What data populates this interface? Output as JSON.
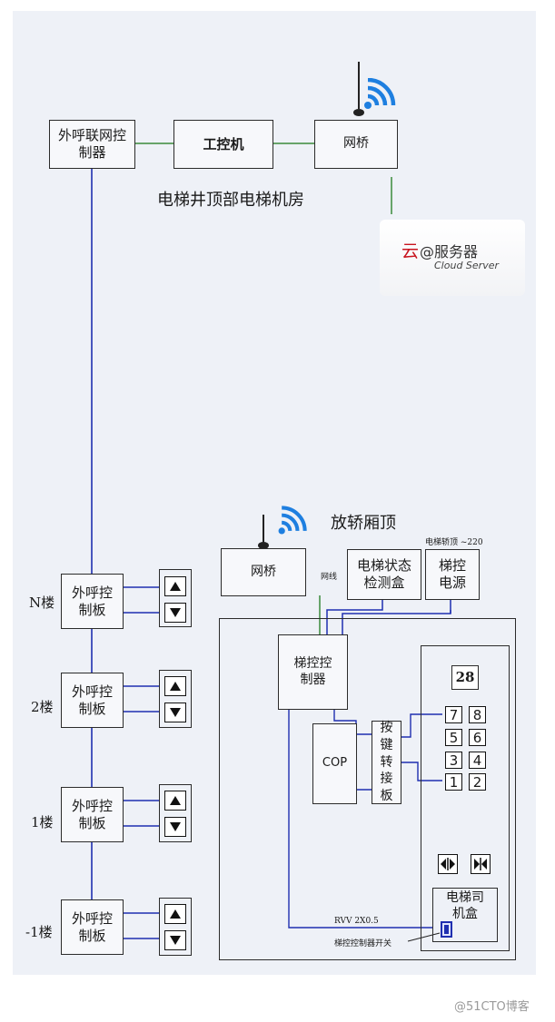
{
  "machine_room": {
    "label": "电梯井顶部电梯机房",
    "hall_call_controller": "外呼联网控制器",
    "ipc": "工控机",
    "bridge": "网桥"
  },
  "cloud": {
    "prefix": "云",
    "title": "@服务器",
    "subtitle": "Cloud Server"
  },
  "car_top": {
    "label": "放轿厢顶",
    "power_note": "电梯轿顶 ~220",
    "bridge": "网桥",
    "cable_label": "网线",
    "status_box": "电梯状态检测盒",
    "power": "梯控电源",
    "controller": "梯控控制器",
    "cop": "COP",
    "key_board": "按键转接板",
    "floor_display": "28",
    "floor_keys": [
      "7",
      "8",
      "5",
      "6",
      "3",
      "4",
      "1",
      "2"
    ],
    "driver_box": "电梯司机盒",
    "cable_spec": "RVV 2X0.5",
    "switch_label": "梯控控制器开关"
  },
  "floors": [
    {
      "label": "N楼",
      "panel": "外呼控制板"
    },
    {
      "label": "2楼",
      "panel": "外呼控制板"
    },
    {
      "label": "1楼",
      "panel": "外呼控制板"
    },
    {
      "label": "-1楼",
      "panel": "外呼控制板"
    }
  ],
  "watermark": "@51CTO博客",
  "colors": {
    "green_link": "#3a8a3a",
    "blue_link": "#1f2fb0",
    "wifi_blue": "#1e7fe0",
    "cloud_red": "#c8141e"
  }
}
